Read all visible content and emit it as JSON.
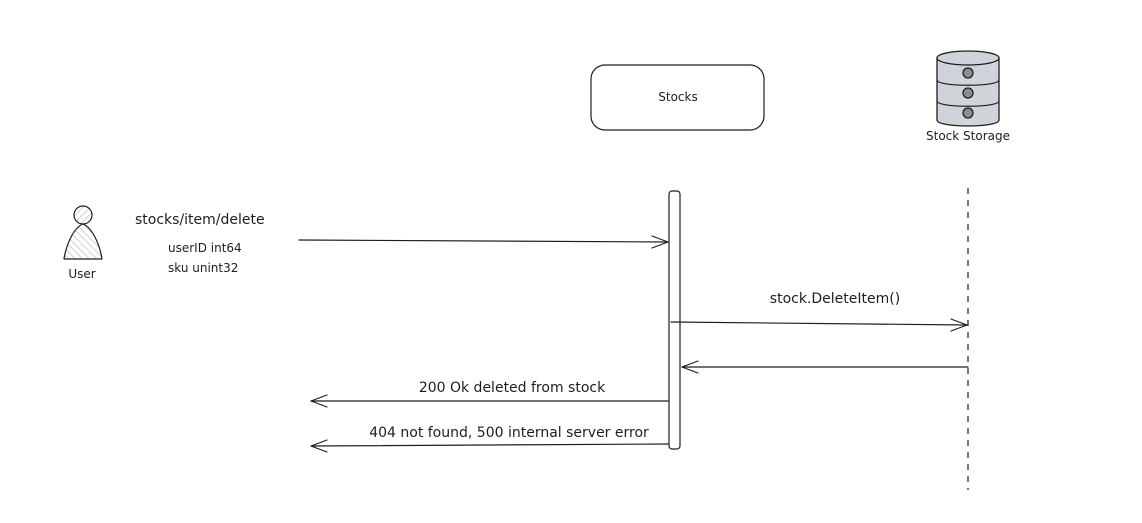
{
  "participants": {
    "user": {
      "label": "User",
      "icon": "user-icon"
    },
    "service": {
      "label": "Stocks"
    },
    "storage": {
      "label": "Stock Storage",
      "icon": "database-icon"
    }
  },
  "messages": {
    "request": {
      "label": "stocks/item/delete",
      "params": [
        "userID int64",
        "sku unint32"
      ]
    },
    "storage_call": {
      "label": "stock.DeleteItem()"
    },
    "storage_return": {
      "label": ""
    },
    "response_ok": {
      "label": "200 Ok deleted from stock"
    },
    "response_error": {
      "label": "404 not found, 500 internal server error"
    }
  },
  "colors": {
    "stroke": "#1e1e1e",
    "db_fill": "#ced4da",
    "user_fill": "#e9ecef",
    "background": "#ffffff"
  }
}
